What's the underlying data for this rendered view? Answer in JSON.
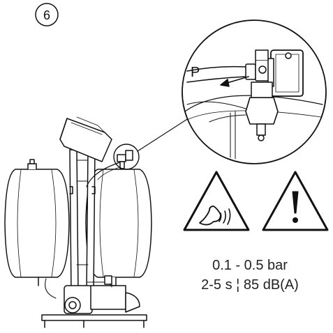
{
  "step": {
    "number": "6"
  },
  "callout": {
    "port_label": "P"
  },
  "warnings": {
    "left_icon": "hearing-protection-warning-icon",
    "right_icon": "general-warning-icon"
  },
  "specs": {
    "pressure": "0.1 - 0.5 bar",
    "duration_noise": "2-5 s ¦ 85 dB(A)"
  },
  "colors": {
    "line": "#111111",
    "fill": "#ffffff",
    "shade": "#d9d9d9"
  }
}
